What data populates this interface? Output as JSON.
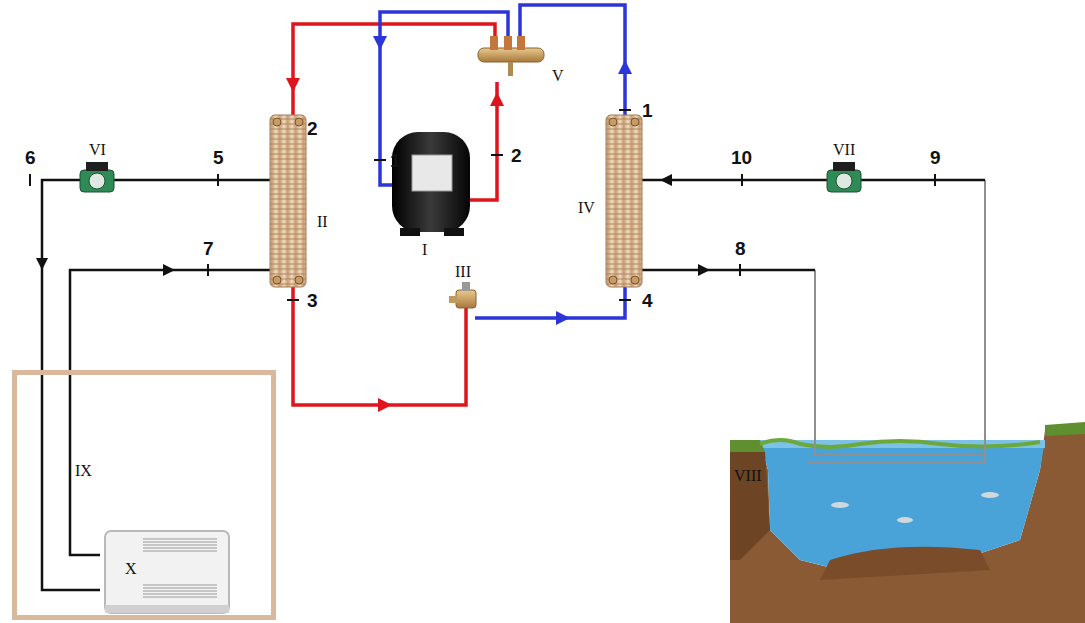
{
  "diagram": {
    "nodes": [
      {
        "text": [
          "IX"
        ]
      },
      {
        "text": [
          "X"
        ],
        "in": 0
      }
    ],
    "labels": [
      "I",
      "II",
      "III",
      "IV",
      "V",
      "VI",
      "VII",
      "VIII",
      "1",
      "1",
      "2",
      "2",
      "3",
      "4",
      "5",
      "6",
      "7",
      "8",
      "9",
      "10"
    ]
  }
}
